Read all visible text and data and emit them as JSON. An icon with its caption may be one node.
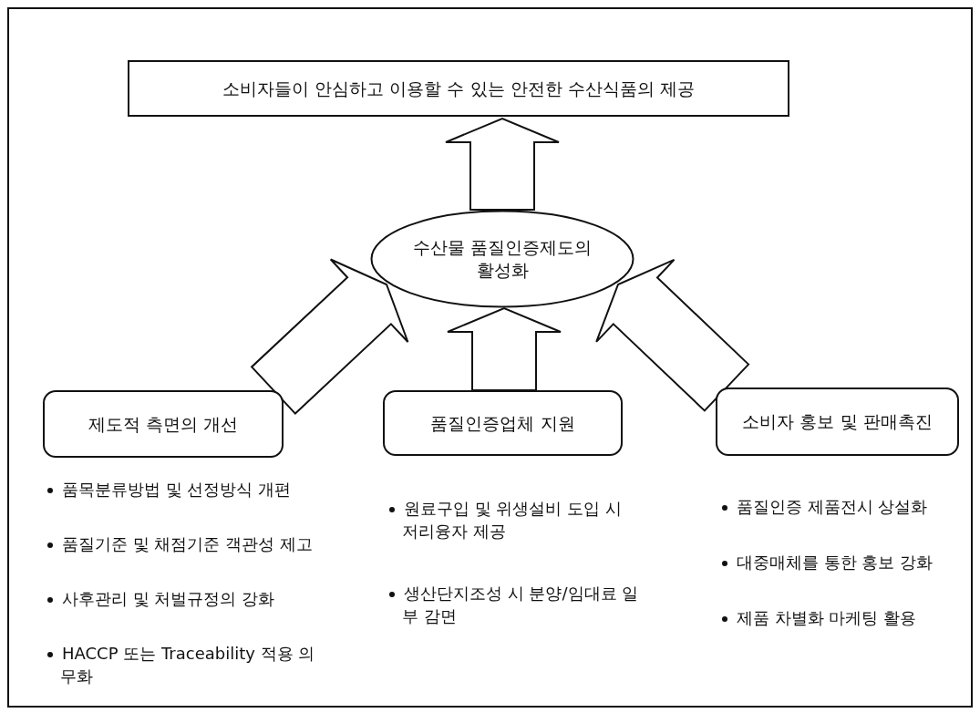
{
  "diagram": {
    "nodes": [
      {
        "text": [
          "소비자들이 안심하고 이용할 수 있는 안전한 수산식품의 제공"
        ]
      },
      {
        "text": [
          "수산물 품질인증제도의 활성화"
        ]
      },
      {
        "text": [
          "제도적 측면의 개선"
        ],
        "beside": [
          "품목분류방법 및 선정방식 개편",
          "품질기준 및 채점기준 객관성 제고",
          "사후관리 및 처벌규정의 강화",
          "HACCP 또는 Traceability 적용 의무화"
        ]
      },
      {
        "text": [
          "품질인증업체 지원"
        ],
        "beside": [
          "원료구입 및 위생설비 도입 시 저리융자 제공",
          "생산단지조성 시 분양/임대료 일부 감면"
        ]
      },
      {
        "text": [
          "소비자 홍보 및 판매촉진"
        ],
        "beside": [
          "품질인증 제품전시 상설화",
          "대중매체를 통한 홍보 강화",
          "제품 차별화 마케팅 활용"
        ]
      }
    ],
    "edges": [
      {
        "from": 1,
        "to": 0,
        "arrow": "to"
      },
      {
        "from": 2,
        "to": 1,
        "arrow": "to"
      },
      {
        "from": 3,
        "to": 1,
        "arrow": "to"
      },
      {
        "from": 4,
        "to": 1,
        "arrow": "to"
      }
    ]
  }
}
